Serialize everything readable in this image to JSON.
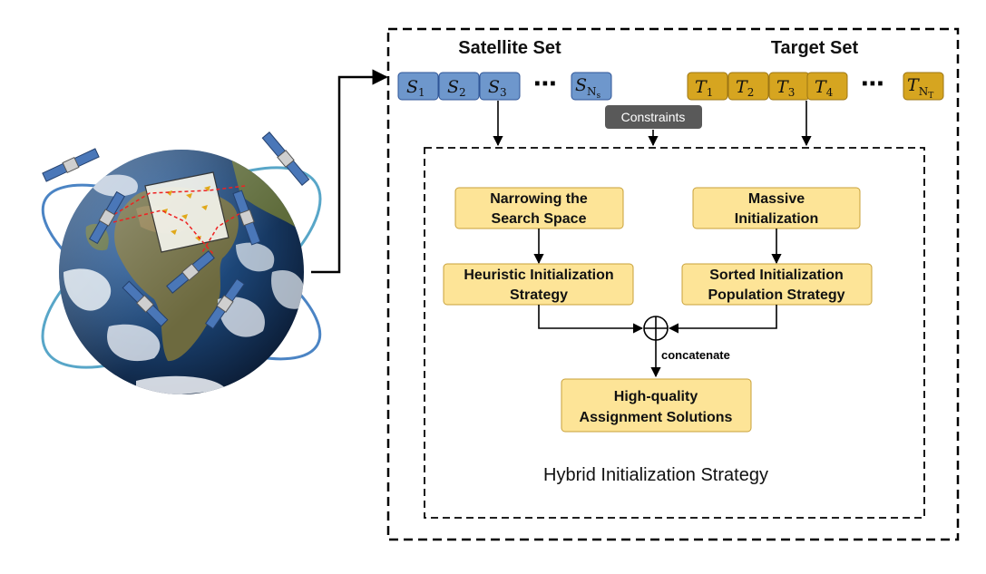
{
  "satellite_set": {
    "title": "Satellite Set",
    "items": [
      "S_1",
      "S_2",
      "S_3"
    ],
    "last": "S_{N_s}",
    "ellipsis": "⋯"
  },
  "target_set": {
    "title": "Target Set",
    "items": [
      "T_1",
      "T_2",
      "T_3",
      "T_4"
    ],
    "last": "T_{N_T}",
    "ellipsis": "⋯"
  },
  "constraints_label": "Constraints",
  "boxes": {
    "narrowing": [
      "Narrowing the",
      "Search Space"
    ],
    "heuristic": [
      "Heuristic Initialization",
      "Strategy"
    ],
    "massive": [
      "Massive",
      "Initialization"
    ],
    "sorted": [
      "Sorted Initialization",
      "Population Strategy"
    ],
    "solutions": [
      "High-quality",
      "Assignment Solutions"
    ]
  },
  "concat_label": "concatenate",
  "concat_symbol": "⊕",
  "hybrid_title": "Hybrid Initialization Strategy",
  "colors": {
    "satellite_fill": "#6e97cc",
    "satellite_stroke": "#2f5597",
    "target_fill": "#d6a520",
    "target_stroke": "#9c7514",
    "box_fill": "#fde497",
    "box_stroke": "#c8a13a",
    "constraints_fill": "#595959",
    "orbit": "#58a6c8"
  },
  "icons": {
    "earth": "earth-with-satellites-illustration"
  }
}
